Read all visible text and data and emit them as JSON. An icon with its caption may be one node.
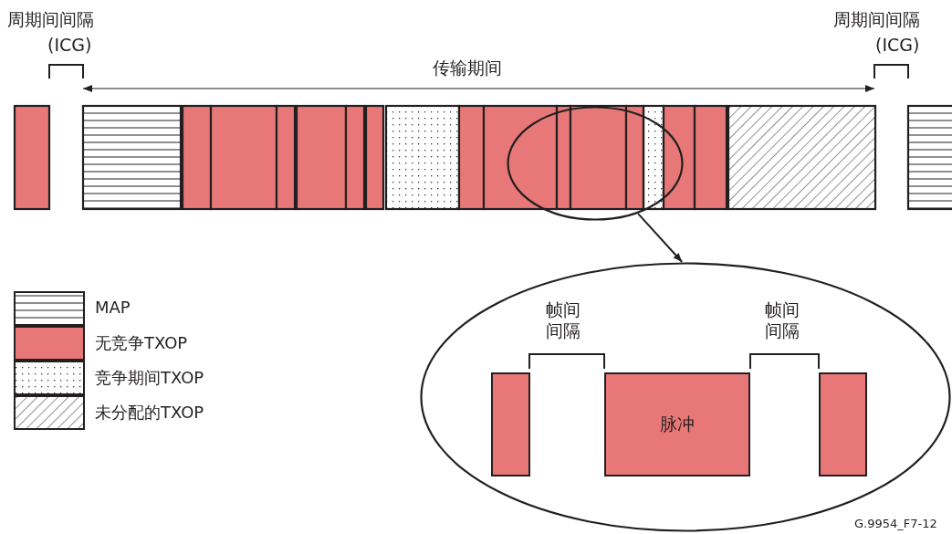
{
  "diagram": {
    "nodes": [
      {
        "text": [],
        "shape": "circle"
      },
      {
        "text": [],
        "shape": "circle"
      },
      {
        "text": [],
        "shape": "box",
        "in": 1
      },
      {
        "text": [
          "脉冲"
        ],
        "in": 1
      },
      {
        "text": [],
        "shape": "box",
        "in": 1
      }
    ],
    "edges": [
      {
        "from": 0,
        "to": 1,
        "arrow": "to"
      }
    ],
    "labels": [
      "周期间间隔",
      "(ICG)",
      "周期间间隔",
      "(ICG)",
      "传输期间",
      "帧间间隔",
      "帧间间隔",
      "G.9954_F7-12"
    ],
    "legend": [
      {
        "text": "MAP"
      },
      {
        "text": "无竞争TXOP",
        "color": "#e87878"
      },
      {
        "text": "竞争期间TXOP"
      },
      {
        "text": "未分配的TXOP"
      }
    ]
  }
}
